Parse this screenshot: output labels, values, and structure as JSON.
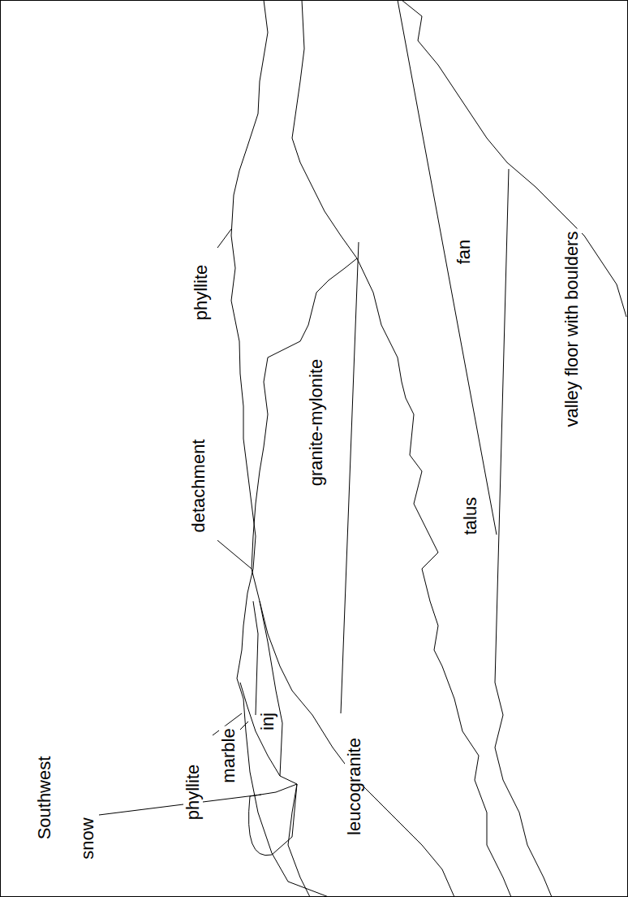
{
  "diagram": {
    "labels": [
      "Southwest",
      "snow",
      "phyllite",
      "marble",
      "inj",
      "leucogranite",
      "detachment",
      "granite-mylonite",
      "phyllite",
      "talus",
      "fan",
      "valley floor with boulders"
    ]
  }
}
